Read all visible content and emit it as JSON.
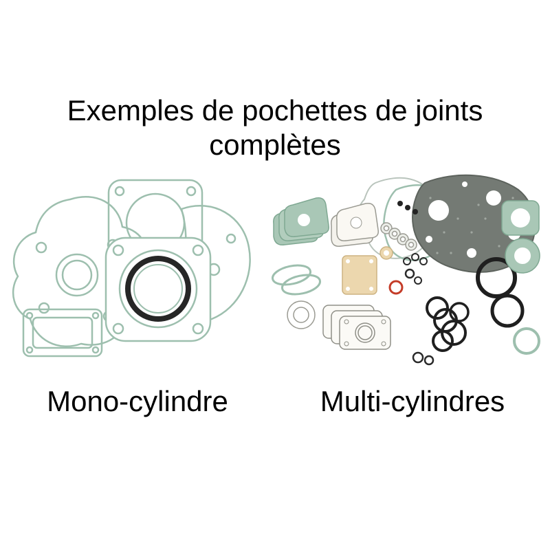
{
  "title": {
    "line1": "Exemples de pochettes de joints",
    "line2": "complètes"
  },
  "figures": {
    "mono": {
      "label": "Mono-cylindre",
      "illustration": "mono-cylinder-complete-gasket-set"
    },
    "multi": {
      "label": "Multi-cylindres",
      "illustration": "multi-cylinder-complete-gasket-set"
    }
  },
  "colors": {
    "background": "#ffffff",
    "text": "#000000",
    "gasket_teal": "#9dbfae",
    "gasket_teal_fill": "#a9c7b6",
    "gasket_dark": "#747a74",
    "gasket_beige": "#ecd7ae",
    "o_ring_black": "#1f1f1f",
    "o_ring_red": "#c43c28"
  }
}
